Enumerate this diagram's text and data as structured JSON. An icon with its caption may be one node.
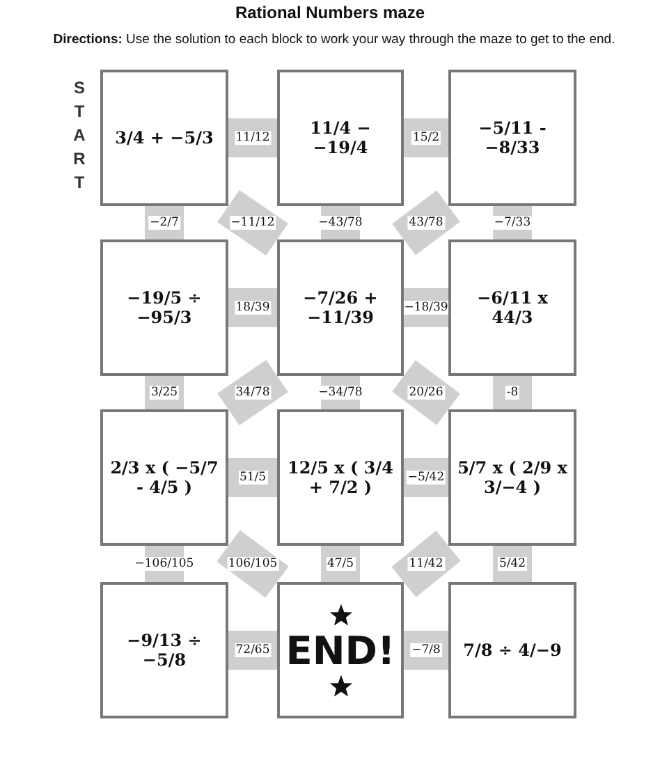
{
  "diagram": {
    "title": "Rational Numbers maze",
    "nodes": [
      {
        "text": [
          "3/4 + −5/3"
        ],
        "beside": [
          "START"
        ]
      },
      {
        "text": [
          "11/4 − −19/4"
        ]
      },
      {
        "text": [
          "−5/11 - −8/33"
        ]
      },
      {
        "text": [
          "−19/5 ÷ −95/3"
        ]
      },
      {
        "text": [
          "−7/26 + −11/39"
        ]
      },
      {
        "text": [
          "−6/11 x 44/3"
        ]
      },
      {
        "text": [
          "2/3 x ( −5/7 - 4/5 )"
        ]
      },
      {
        "text": [
          "12/5 x ( 3/4 + 7/2 )"
        ]
      },
      {
        "text": [
          "5/7 x ( 2/9 x 3/−4 )"
        ]
      },
      {
        "text": [
          "−9/13 ÷ −5/8"
        ]
      },
      {
        "text": [
          "END!"
        ]
      },
      {
        "text": [
          "7/8 ÷ 4/−9"
        ]
      }
    ],
    "edges": [
      {
        "from": 0,
        "to": 1,
        "arrow": "none",
        "label": "11/12"
      },
      {
        "from": 1,
        "to": 2,
        "arrow": "none",
        "label": "15/2"
      },
      {
        "from": 0,
        "to": 3,
        "arrow": "none",
        "label": "−2/7"
      },
      {
        "from": 0,
        "to": 4,
        "arrow": "none",
        "label": "−11/12"
      },
      {
        "from": 1,
        "to": 4,
        "arrow": "none",
        "label": "−43/78"
      },
      {
        "from": 2,
        "to": 4,
        "arrow": "none",
        "label": "43/78"
      },
      {
        "from": 2,
        "to": 5,
        "arrow": "none",
        "label": "−7/33"
      },
      {
        "from": 3,
        "to": 4,
        "arrow": "none",
        "label": "18/39"
      },
      {
        "from": 4,
        "to": 5,
        "arrow": "none",
        "label": "−18/39"
      },
      {
        "from": 3,
        "to": 6,
        "arrow": "none",
        "label": "3/25"
      },
      {
        "from": 4,
        "to": 6,
        "arrow": "none",
        "label": "34/78"
      },
      {
        "from": 4,
        "to": 7,
        "arrow": "none",
        "label": "−34/78"
      },
      {
        "from": 4,
        "to": 8,
        "arrow": "none",
        "label": "20/26"
      },
      {
        "from": 5,
        "to": 8,
        "arrow": "none",
        "label": "-8"
      },
      {
        "from": 6,
        "to": 7,
        "arrow": "none",
        "label": "51/5"
      },
      {
        "from": 7,
        "to": 8,
        "arrow": "none",
        "label": "−5/42"
      },
      {
        "from": 6,
        "to": 9,
        "arrow": "none",
        "label": "−106/105"
      },
      {
        "from": 6,
        "to": 10,
        "arrow": "none",
        "label": "106/105"
      },
      {
        "from": 7,
        "to": 10,
        "arrow": "none",
        "label": "47/5"
      },
      {
        "from": 8,
        "to": 10,
        "arrow": "none",
        "label": "11/42"
      },
      {
        "from": 8,
        "to": 11,
        "arrow": "none",
        "label": "5/42"
      },
      {
        "from": 9,
        "to": 10,
        "arrow": "none",
        "label": "72/65"
      },
      {
        "from": 10,
        "to": 11,
        "arrow": "none",
        "label": "−7/8"
      }
    ],
    "labels": [
      "**Directions:** Use the solution to each block to work your way through the maze to get to the end."
    ]
  }
}
